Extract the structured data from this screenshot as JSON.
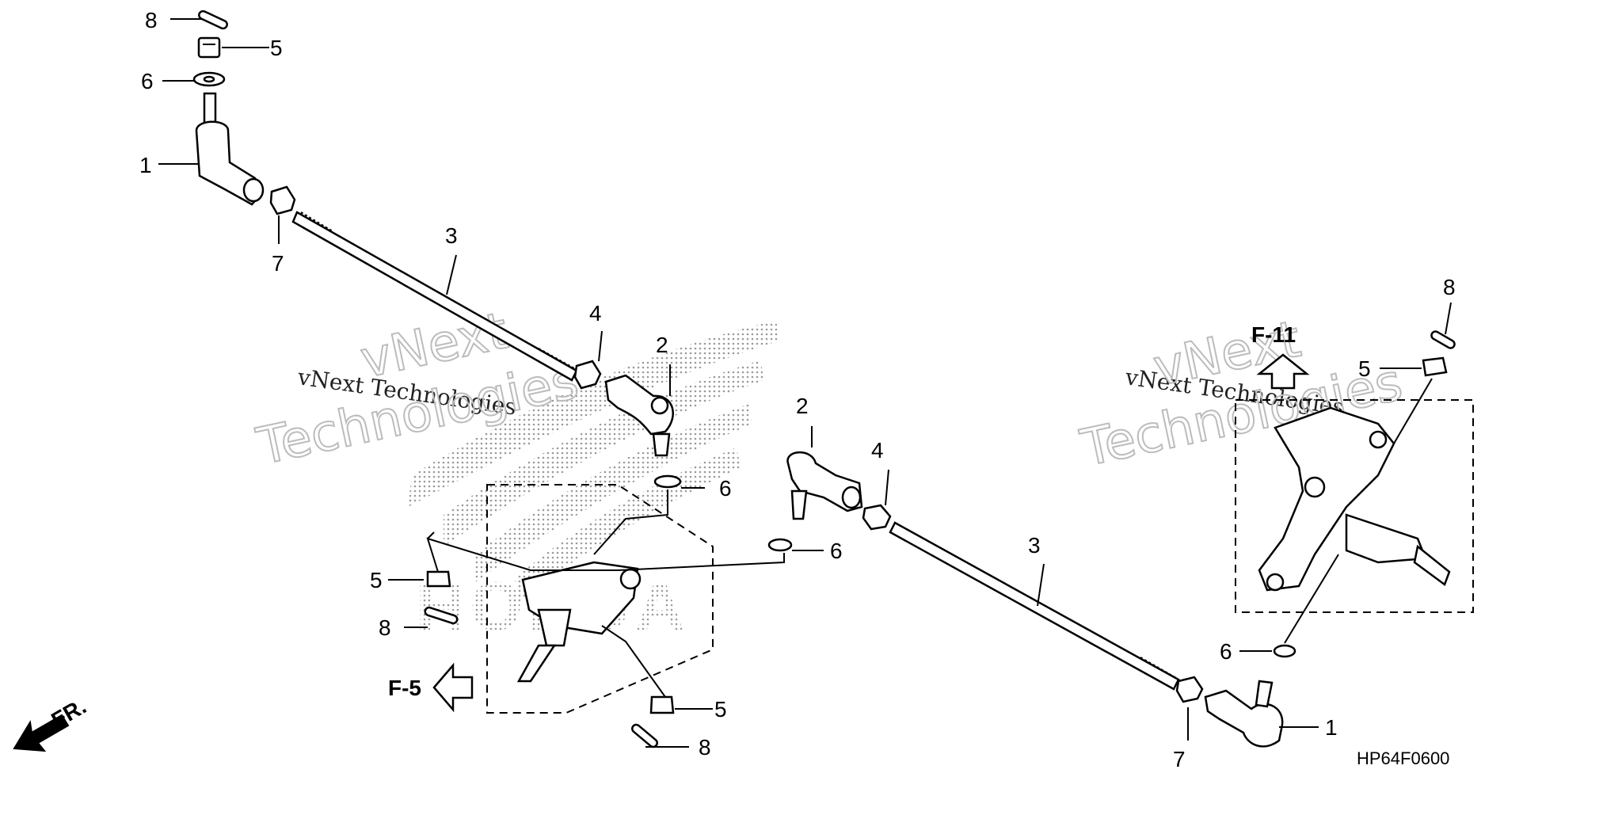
{
  "watermark": {
    "line_text": "vNext Technologies",
    "big_line1": "vNext",
    "big_line2": "Technologies",
    "logo_letters": "HONDA"
  },
  "callouts": {
    "c1_left": "1",
    "c1_right": "1",
    "c2_left": "2",
    "c2_right": "2",
    "c3_left": "3",
    "c3_right": "3",
    "c4_left": "4",
    "c4_right": "4",
    "c5_top": "5",
    "c5_mid_left": "5",
    "c5_bottom": "5",
    "c5_right": "5",
    "c6_top": "6",
    "c6_center": "6",
    "c6_right_tie": "6",
    "c6_right": "6",
    "c7_left": "7",
    "c7_right": "7",
    "c8_top": "8",
    "c8_mid_left": "8",
    "c8_bottom": "8",
    "c8_right": "8"
  },
  "references": {
    "f5": "F-5",
    "f11": "F-11",
    "front": "FR."
  },
  "diagram_code": "HP64F0600"
}
